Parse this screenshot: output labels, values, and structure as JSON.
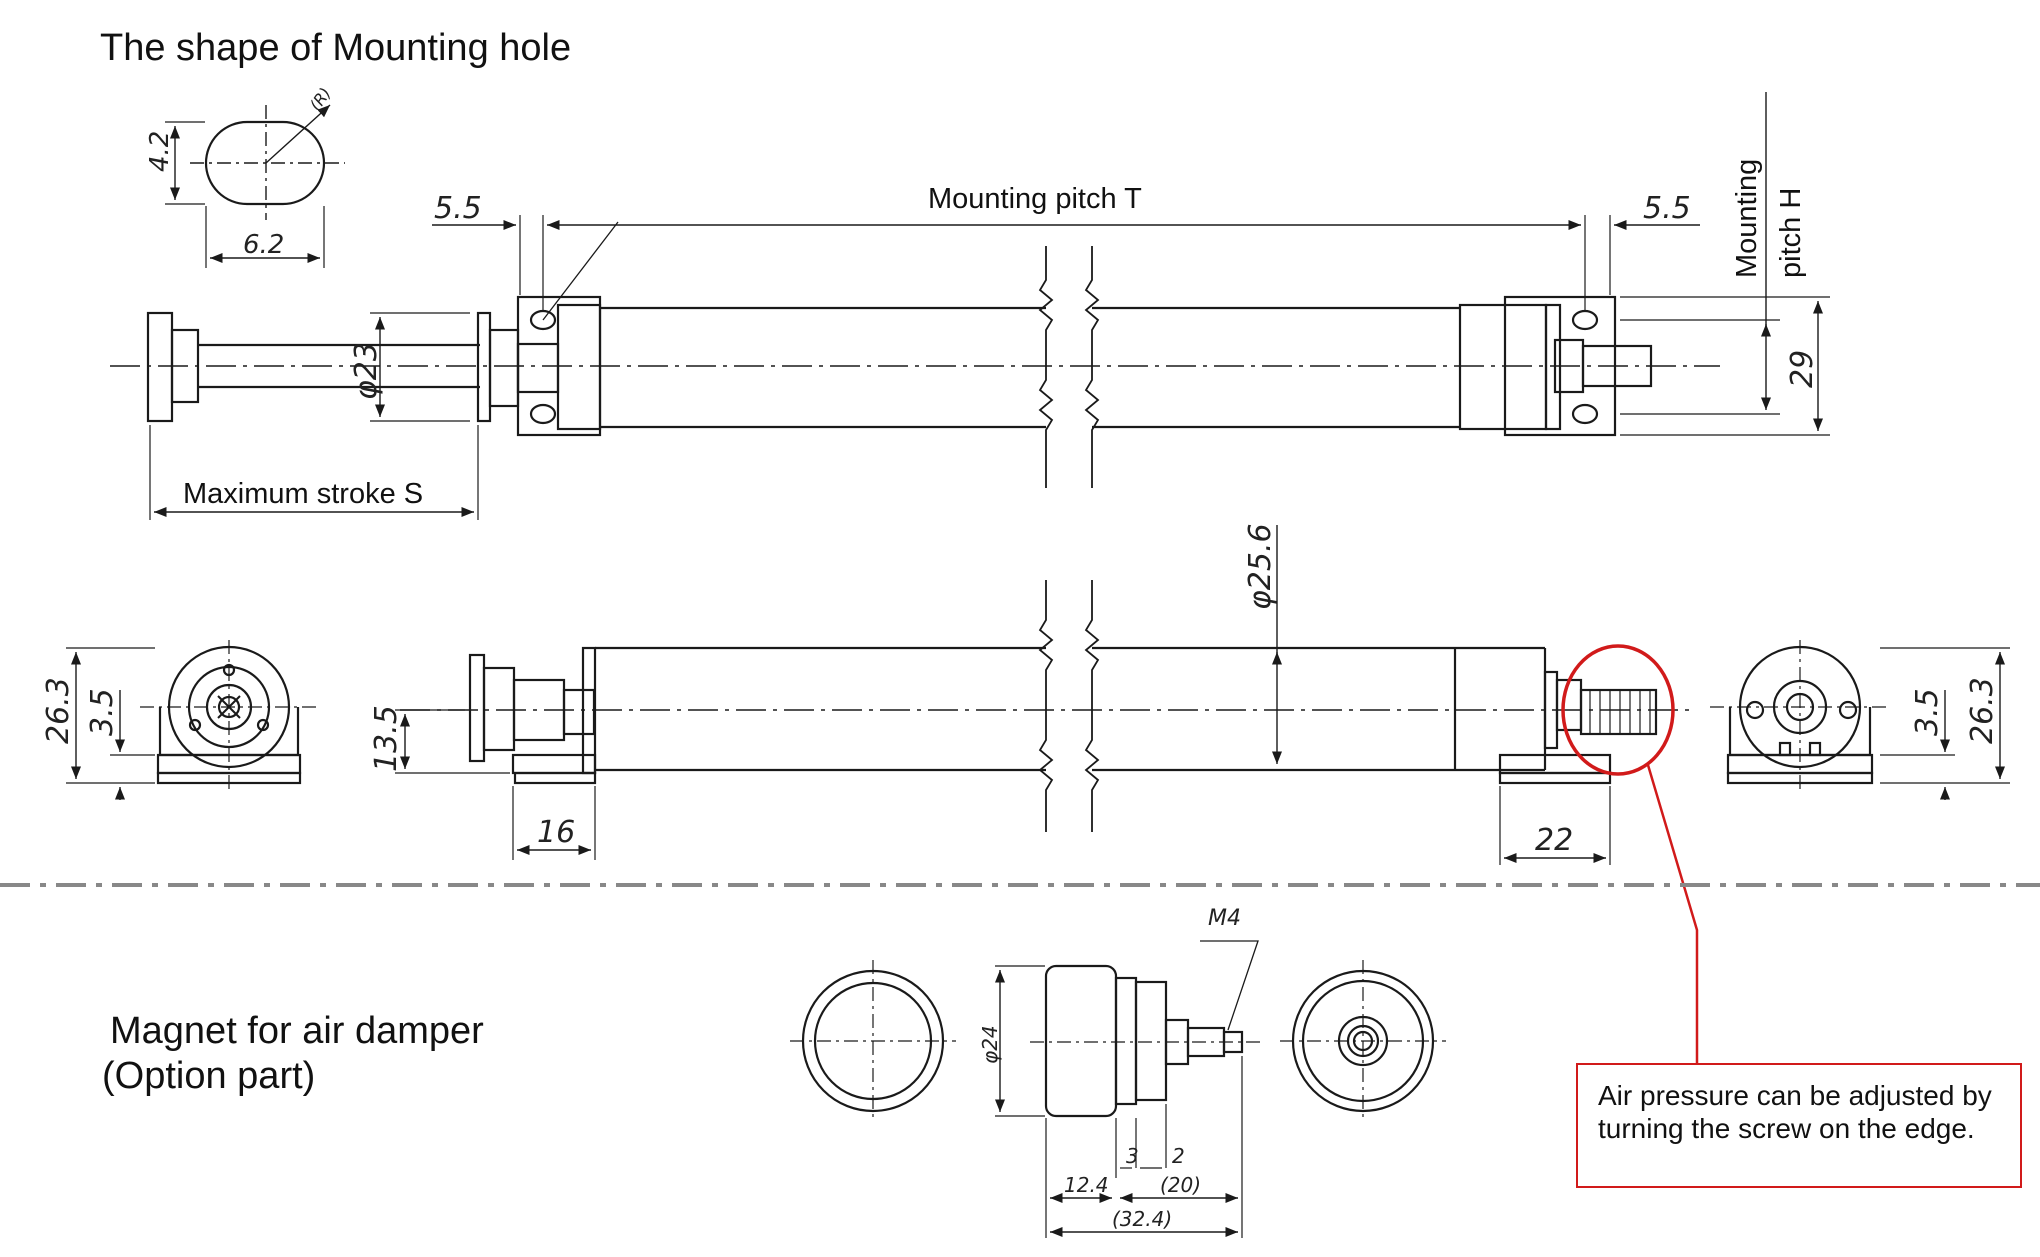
{
  "titles": {
    "mounting_hole": "The shape of Mounting hole",
    "magnet_line1": "Magnet for air damper",
    "magnet_line2": "(Option part)"
  },
  "labels": {
    "mounting_pitch_t": "Mounting pitch T",
    "mounting_pitch_h_line1": "Mounting",
    "mounting_pitch_h_line2": "pitch H",
    "maximum_stroke": "Maximum stroke S"
  },
  "dimensions": {
    "hole_height": "4.2",
    "hole_width": "6.2",
    "hole_radius": "(R)",
    "left_offset": "5.5",
    "right_offset": "5.5",
    "rod_diameter": "φ23",
    "height_29": "29",
    "body_diameter": "φ25.6",
    "left_height_total": "26.3",
    "left_height_inner": "3.5",
    "axis_height": "13.5",
    "left_flange": "16",
    "right_flange": "22",
    "right_height_inner": "3.5",
    "right_height_total": "26.3",
    "thread": "M4",
    "magnet_diameter": "φ24",
    "magnet_3": "3",
    "magnet_2": "2",
    "magnet_12_4": "12.4",
    "magnet_20": "(20)",
    "magnet_32_4": "(32.4)"
  },
  "callout": {
    "text": "Air pressure can be adjusted by turning the screw on the edge."
  },
  "colors": {
    "line": "#1a1a1a",
    "highlight": "#d11a1a",
    "divider": "#888888"
  }
}
